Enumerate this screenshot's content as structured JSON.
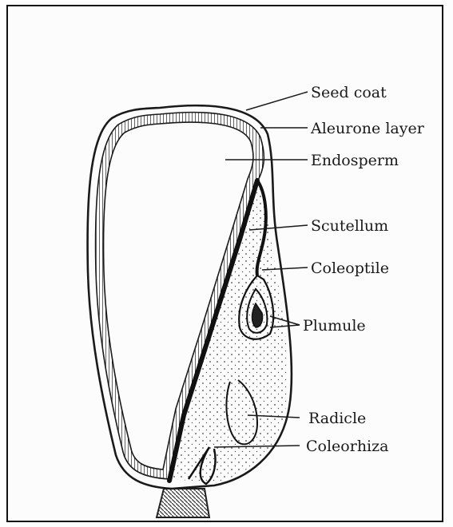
{
  "diagram": {
    "labels": {
      "seed_coat": "Seed coat",
      "aleurone_layer": "Aleurone layer",
      "endosperm": "Endosperm",
      "scutellum": "Scutellum",
      "coleoptile": "Coleoptile",
      "plumule": "Plumule",
      "radicle": "Radicle",
      "coleorhiza": "Coleorhiza"
    }
  }
}
